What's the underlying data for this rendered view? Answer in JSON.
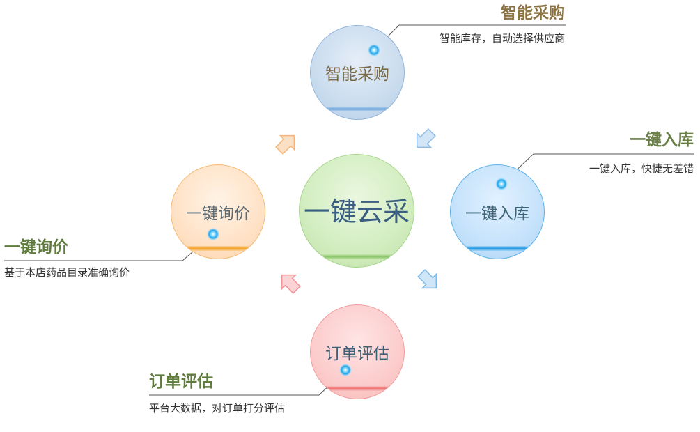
{
  "center": {
    "label": "一键云采"
  },
  "nodes": {
    "top": {
      "circle_label": "智能采购",
      "title": "智能采购",
      "desc": "智能库存，自动选择供应商",
      "color": "#b5cee8"
    },
    "right": {
      "circle_label": "一键入库",
      "title": "一键入库",
      "desc": "一键入库，快捷无差错",
      "color": "#acd3f6"
    },
    "left": {
      "circle_label": "一键询价",
      "title": "一键询价",
      "desc": "基于本店药品目录准确询价",
      "color": "#fdd3ac"
    },
    "bottom": {
      "circle_label": "订单评估",
      "title": "订单评估",
      "desc": "平台大数据，对订单打分评估",
      "color": "#f8b8b8"
    }
  },
  "arrow_colors": {
    "orange": "#f9c38a",
    "blue": "#a9d0f0",
    "pink": "#f7a8ae"
  }
}
